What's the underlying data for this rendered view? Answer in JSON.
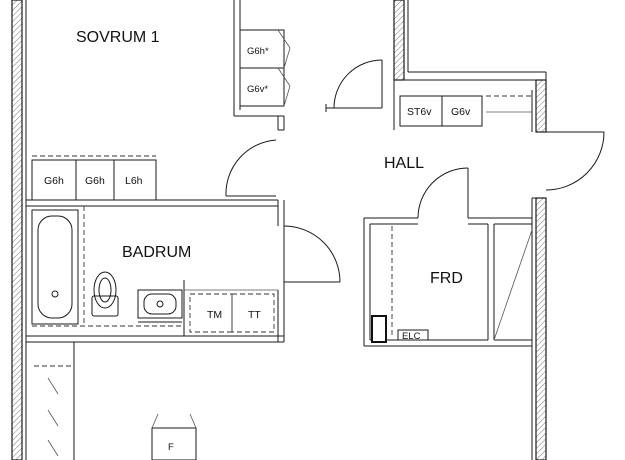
{
  "rooms": {
    "bedroom": "SOVRUM 1",
    "hall": "HALL",
    "bathroom": "BADRUM",
    "storage": "FRD"
  },
  "cabinets": {
    "bedroom_top": "G6h*",
    "bedroom_bottom": "G6v*",
    "hall_1": "ST6v",
    "hall_2": "G6v",
    "bath_1": "G6h",
    "bath_2": "G6h",
    "bath_3": "L6h",
    "washer": "TM",
    "dryer": "TT",
    "storage_unit": "ELC",
    "lower_unit": "F"
  }
}
